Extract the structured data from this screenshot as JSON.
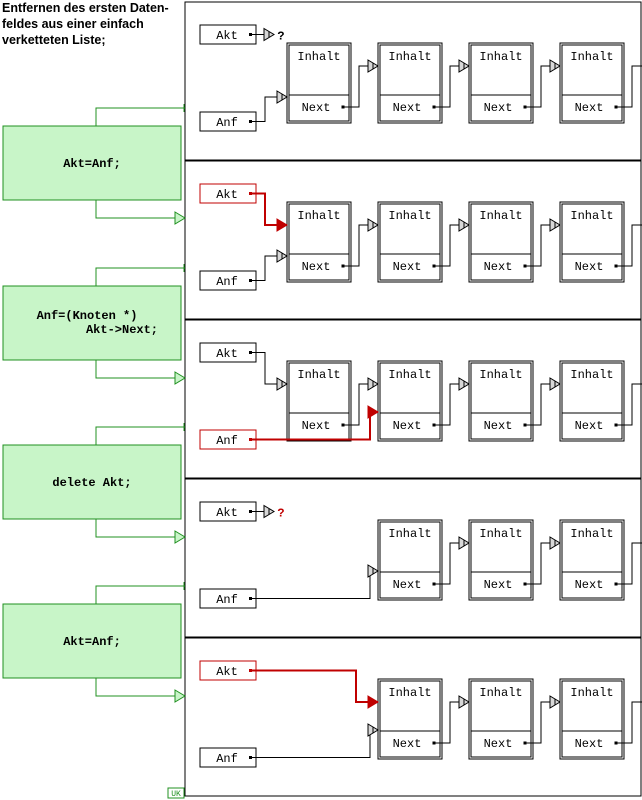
{
  "title": "Entfernen des ersten Daten-feldes aus einer einfach verketteten Liste;",
  "labels": {
    "akt": "Akt",
    "anf": "Anf",
    "inhalt": "Inhalt",
    "next": "Next",
    "question": "?"
  },
  "steps": [
    {
      "code_lines": [
        "Akt=Anf;"
      ]
    },
    {
      "code_lines": [
        "Anf=(Knoten *)",
        "Akt->Next;"
      ]
    },
    {
      "code_lines": [
        "delete Akt;"
      ]
    },
    {
      "code_lines": [
        "Akt=Anf;"
      ]
    }
  ],
  "panels": [
    {
      "akt": "undefined",
      "anf": 0,
      "nodes": [
        0,
        1,
        2,
        3
      ],
      "akt_highlight": false,
      "anf_highlight": false
    },
    {
      "akt": 0,
      "anf": 0,
      "nodes": [
        0,
        1,
        2,
        3
      ],
      "akt_highlight": true,
      "anf_highlight": false
    },
    {
      "akt": 0,
      "anf": 1,
      "nodes": [
        0,
        1,
        2,
        3
      ],
      "akt_highlight": false,
      "anf_highlight": true
    },
    {
      "akt": "undefined",
      "anf": 1,
      "nodes": [
        1,
        2,
        3
      ],
      "akt_highlight": false,
      "anf_highlight": false,
      "question_red": true
    },
    {
      "akt": 1,
      "anf": 1,
      "nodes": [
        1,
        2,
        3
      ],
      "akt_highlight": true,
      "anf_highlight": false
    }
  ],
  "badge": "UK",
  "colors": {
    "box_fill": "#c8f5c8",
    "box_border": "#209020",
    "connector": "#209020",
    "highlight": "#c00000",
    "line": "#000000"
  }
}
